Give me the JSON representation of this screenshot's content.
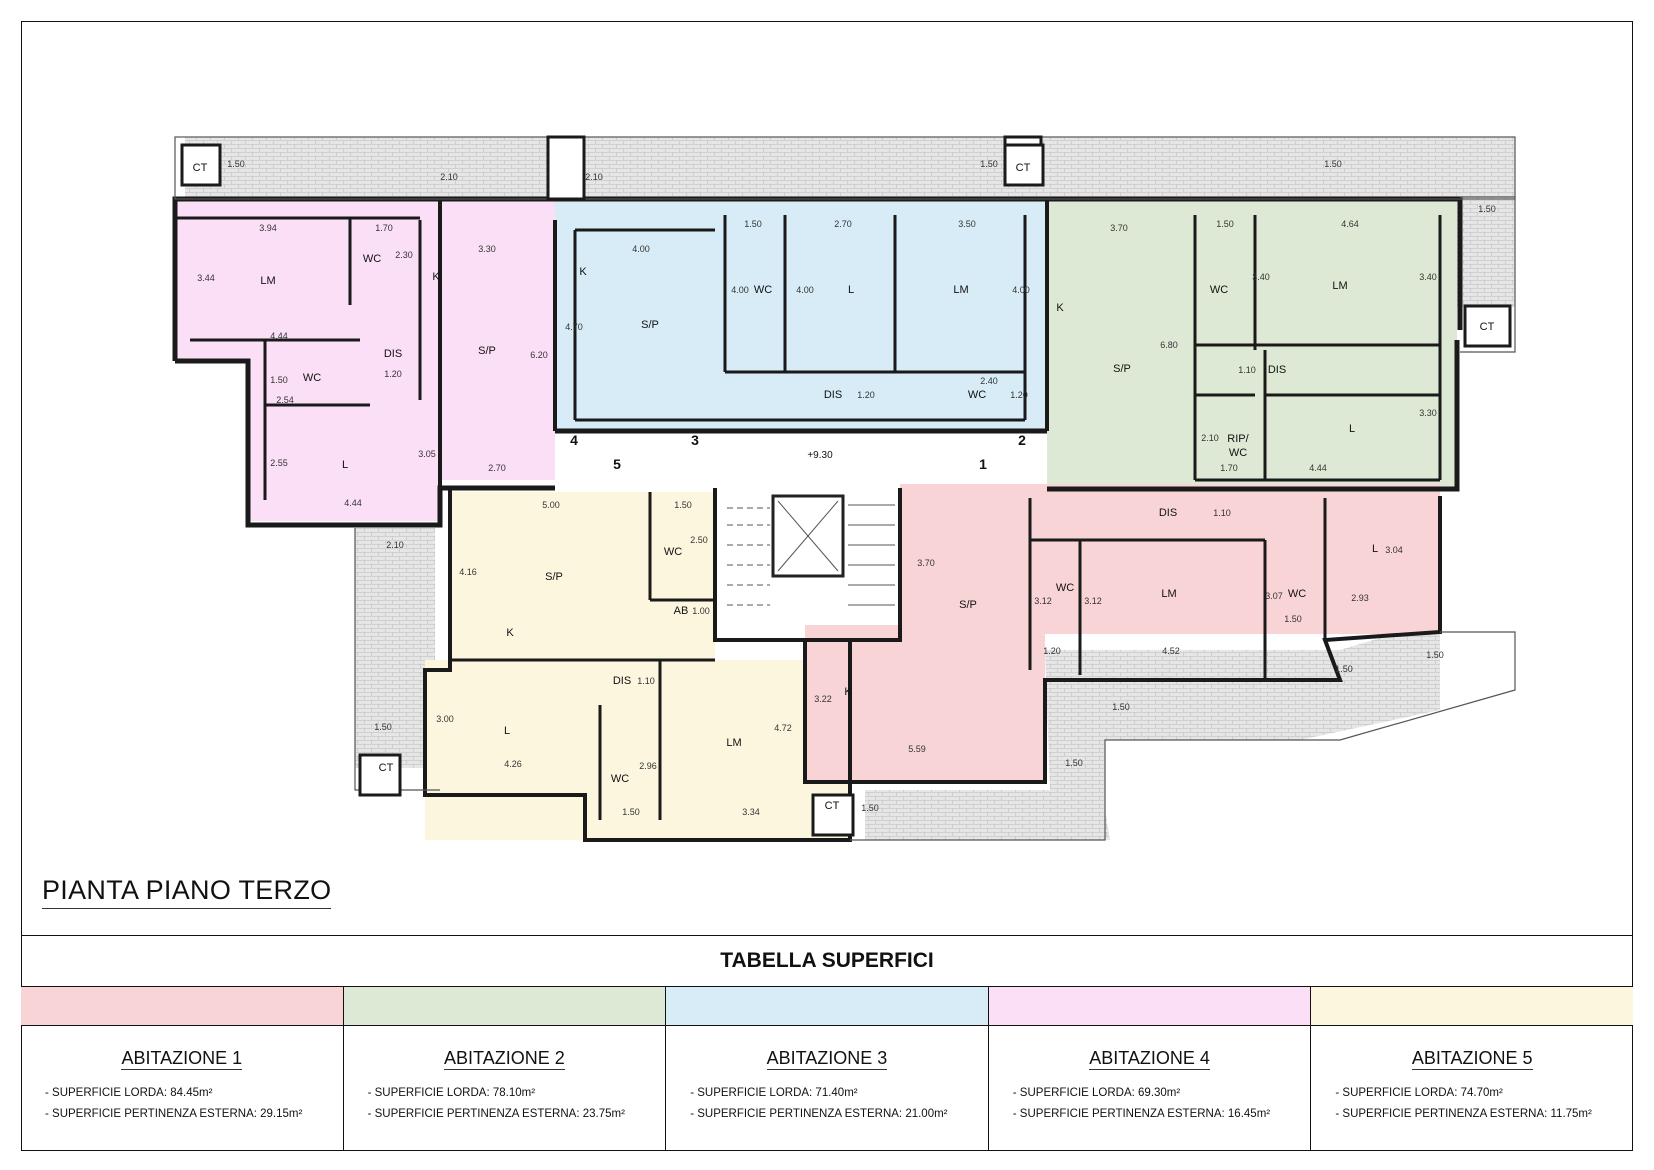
{
  "sheet_title": "PIANTA PIANO TERZO",
  "table_title": "TABELLA SUPERFICI",
  "elevation": "+9.30",
  "units": [
    {
      "name": "ABITAZIONE 1",
      "color": "#f9d4d6",
      "lorda": "- SUPERFICIE LORDA: 84.45m²",
      "esterna": "- SUPERFICIE PERTINENZA ESTERNA: 29.15m²"
    },
    {
      "name": "ABITAZIONE 2",
      "color": "#dde9d5",
      "lorda": "- SUPERFICIE LORDA: 78.10m²",
      "esterna": "- SUPERFICIE PERTINENZA ESTERNA: 23.75m²"
    },
    {
      "name": "ABITAZIONE 3",
      "color": "#d7ecf7",
      "lorda": "- SUPERFICIE LORDA: 71.40m²",
      "esterna": "- SUPERFICIE PERTINENZA ESTERNA: 21.00m²"
    },
    {
      "name": "ABITAZIONE 4",
      "color": "#fbdff6",
      "lorda": "- SUPERFICIE LORDA: 69.30m²",
      "esterna": "- SUPERFICIE PERTINENZA ESTERNA: 16.45m²"
    },
    {
      "name": "ABITAZIONE 5",
      "color": "#fcf6df",
      "lorda": "- SUPERFICIE LORDA: 74.70m²",
      "esterna": "- SUPERFICIE PERTINENZA ESTERNA: 11.75m²"
    }
  ],
  "room_labels": {
    "u4": [
      "LM",
      "WC",
      "K",
      "S/P",
      "DIS",
      "WC",
      "L"
    ],
    "u3": [
      "K",
      "S/P",
      "WC",
      "L",
      "LM",
      "DIS",
      "WC"
    ],
    "u2": [
      "K",
      "S/P",
      "WC",
      "LM",
      "DIS",
      "RIP/",
      "WC",
      "L"
    ],
    "u5": [
      "S/P",
      "K",
      "WC",
      "AB",
      "DIS",
      "L",
      "LM",
      "WC"
    ],
    "u1": [
      "DIS",
      "S/P",
      "K",
      "WC",
      "LM",
      "WC",
      "L"
    ],
    "ct": [
      "CT",
      "CT",
      "CT",
      "CT",
      "CT"
    ]
  },
  "entry_numbers": [
    "1",
    "2",
    "3",
    "4",
    "5"
  ],
  "dimensions": [
    "1.50",
    "2.10",
    "2.10",
    "1.50",
    "1.50",
    "1.50",
    "3.94",
    "1.70",
    "3.30",
    "4.00",
    "1.50",
    "2.70",
    "3.50",
    "3.70",
    "1.50",
    "4.64",
    "3.44",
    "2.30",
    "4.44",
    "1.50",
    "1.20",
    "2.54",
    "2.55",
    "4.44",
    "3.05",
    "2.70",
    "6.20",
    "4.70",
    "4.00",
    "4.00",
    "4.00",
    "2.40",
    "1.20",
    "1.20",
    "6.80",
    "3.40",
    "3.40",
    "1.10",
    "3.30",
    "2.10",
    "1.70",
    "4.44",
    "5.00",
    "1.50",
    "2.50",
    "4.16",
    "1.00",
    "1.10",
    "3.00",
    "4.26",
    "2.96",
    "4.72",
    "1.50",
    "3.34",
    "3.70",
    "1.10",
    "3.04",
    "3.12",
    "3.12",
    "3.07",
    "1.50",
    "2.93",
    "1.20",
    "4.52",
    "3.22",
    "5.59",
    "2.10",
    "1.50",
    "1.50",
    "1.50",
    "1.50",
    "1.50",
    "1.50"
  ]
}
